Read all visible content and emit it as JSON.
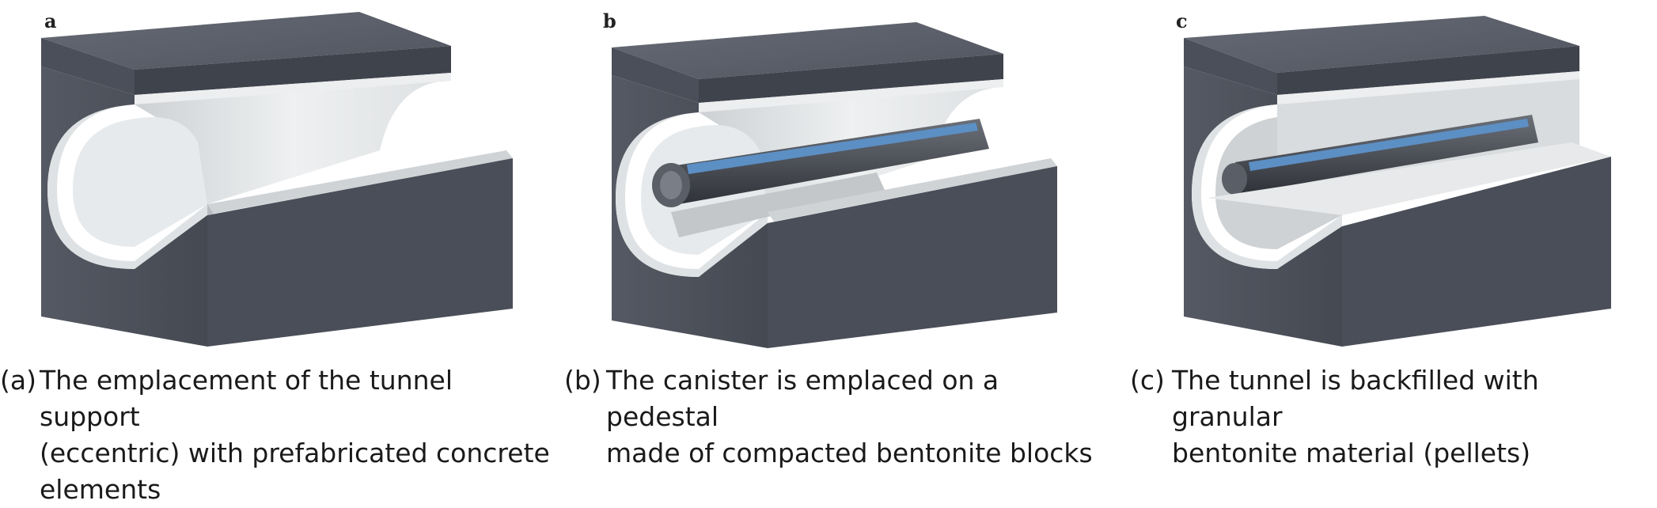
{
  "panels": [
    {
      "letter": "a",
      "caption_marker": "(a)",
      "caption_text": "The emplacement of the tunnel support\n(eccentric) with prefabricated concrete\nelements"
    },
    {
      "letter": "b",
      "caption_marker": "(b)",
      "caption_text": "The canister is emplaced on a pedestal\nmade of compacted bentonite blocks"
    },
    {
      "letter": "c",
      "caption_marker": "(c)",
      "caption_text": "The tunnel is backfilled with granular\nbentonite material (pellets)"
    }
  ],
  "colors": {
    "rock_top": "#5b5f69",
    "rock_front": "#4a4e58",
    "rock_dark": "#3a3d45",
    "concrete": "#e4e7e9",
    "concrete_shade": "#c9cdd0",
    "canister_body": "#44474e",
    "canister_stripe": "#5c8fc4",
    "backfill": "#d9dcde"
  }
}
